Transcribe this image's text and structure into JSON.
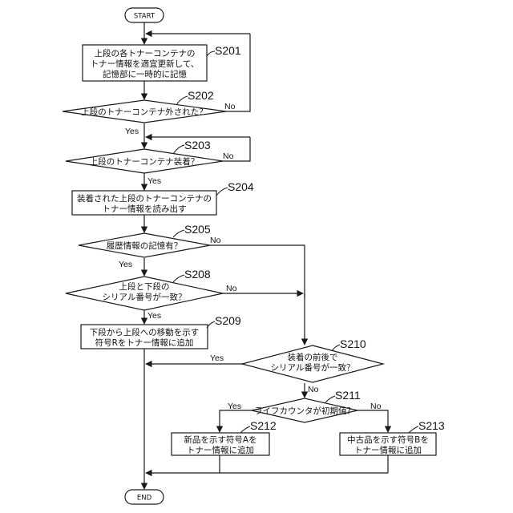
{
  "terminals": {
    "start": "START",
    "end": "END"
  },
  "steps": {
    "s201": {
      "id": "S201",
      "lines": [
        "上段の各トナーコンテナの",
        "トナー情報を適宜更新して、",
        "記憶部に一時的に記憶"
      ]
    },
    "s202": {
      "id": "S202",
      "lines": [
        "上段のトナーコンテナ外された？"
      ]
    },
    "s203": {
      "id": "S203",
      "lines": [
        "上段のトナーコンテナ装着？"
      ]
    },
    "s204": {
      "id": "S204",
      "lines": [
        "装着された上段のトナーコンテナの",
        "トナー情報を読み出す"
      ]
    },
    "s205": {
      "id": "S205",
      "lines": [
        "履歴情報の記憶有？"
      ]
    },
    "s208": {
      "id": "S208",
      "lines": [
        "上段と下段の",
        "シリアル番号が一致？"
      ]
    },
    "s209": {
      "id": "S209",
      "lines": [
        "下段から上段への移動を示す",
        "符号Rをトナー情報に追加"
      ]
    },
    "s210": {
      "id": "S210",
      "lines": [
        "装着の前後で",
        "シリアル番号が一致？"
      ]
    },
    "s211": {
      "id": "S211",
      "lines": [
        "ライフカウンタが初期値？"
      ]
    },
    "s212": {
      "id": "S212",
      "lines": [
        "新品を示す符号Aを",
        "トナー情報に追加"
      ]
    },
    "s213": {
      "id": "S213",
      "lines": [
        "中古品を示す符号Bを",
        "トナー情報に追加"
      ]
    }
  },
  "branch": {
    "yes": "Yes",
    "no": "No"
  }
}
